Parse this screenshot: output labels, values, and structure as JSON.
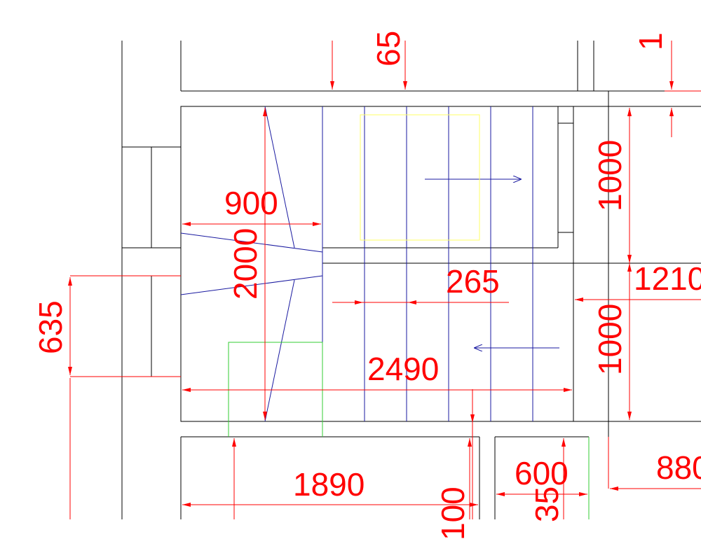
{
  "colors": {
    "walls": "#000000",
    "stairs": "#1a1aa0",
    "dimensions": "#ff0000",
    "highlight_yellow": "#ffff66",
    "highlight_green": "#33cc33",
    "background": "#ffffff"
  },
  "dimensions": {
    "d_650": "65",
    "d_top_right": "1",
    "d_900": "900",
    "d_2000": "2000",
    "d_1000_upper": "1000",
    "d_1000_lower": "1000",
    "d_1210": "1210",
    "d_265": "265",
    "d_2490": "2490",
    "d_635": "635",
    "d_1890": "1890",
    "d_100": "100",
    "d_600": "600",
    "d_35": "35",
    "d_880": "880"
  }
}
